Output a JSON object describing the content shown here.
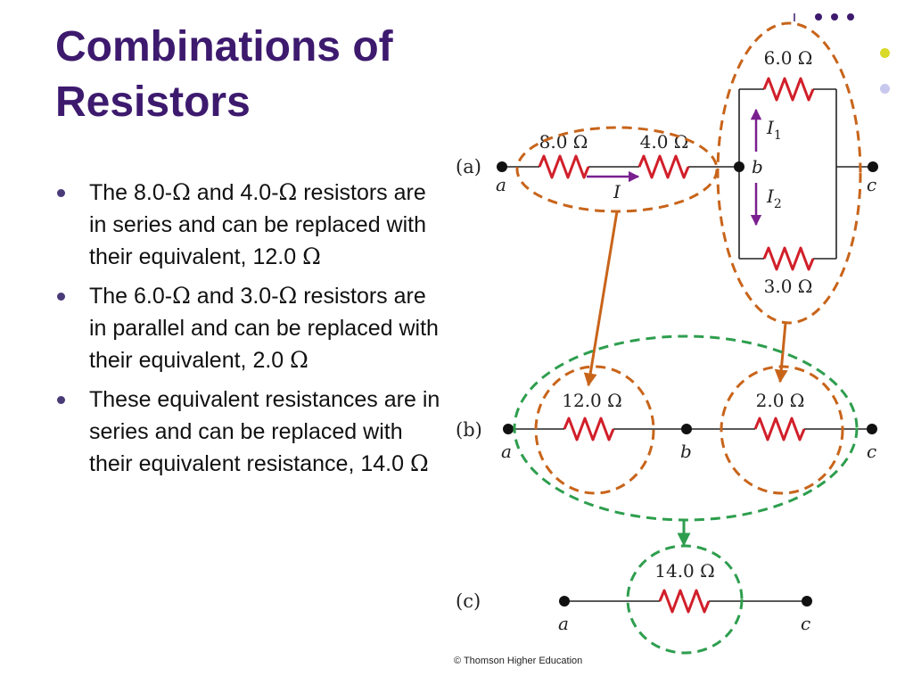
{
  "title": {
    "line1": "Combinations of",
    "line2": "Resistors"
  },
  "bullets": [
    {
      "parts": [
        "The 8.0-",
        "Ω",
        " and 4.0-",
        "Ω",
        " resistors are in series and can be replaced with their equivalent, 12.0 ",
        "Ω"
      ]
    },
    {
      "parts": [
        "The 6.0-",
        "Ω",
        " and 3.0-",
        "Ω",
        " resistors are in parallel and can be replaced with their equivalent, 2.0 ",
        "Ω"
      ]
    },
    {
      "parts": [
        "These equivalent resistances are in series and can be replaced with their equivalent resistance, 14.0 ",
        "Ω"
      ]
    }
  ],
  "diagram": {
    "part_labels": {
      "a": "(a)",
      "b": "(b)",
      "c": "(c)"
    },
    "node_labels": {
      "a": "a",
      "b": "b",
      "c": "c"
    },
    "resistors": {
      "r8": "8.0 Ω",
      "r4": "4.0 Ω",
      "r6": "6.0 Ω",
      "r3": "3.0 Ω",
      "r12": "12.0 Ω",
      "r2": "2.0 Ω",
      "r14": "14.0 Ω"
    },
    "currents": {
      "main": "I",
      "i1": "I",
      "i1_sub": "1",
      "i2": "I",
      "i2_sub": "2"
    },
    "credit": "© Thomson Higher Education"
  },
  "colors": {
    "title": "#3d1a6e",
    "resistor": "#d11f2a",
    "series_group": "#c8641a",
    "equivalent_group": "#2e9e4e",
    "current_arrow": "#7a1f8f",
    "accent_dot_1": "#d9d92a",
    "accent_dot_2": "#c8c8ee"
  }
}
